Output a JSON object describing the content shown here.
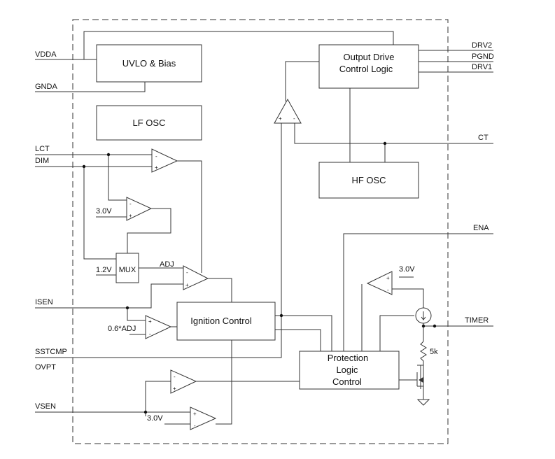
{
  "blocks": {
    "uvlo": "UVLO & Bias",
    "lf_osc": "LF OSC",
    "output_drive_1": "Output Drive",
    "output_drive_2": "Control Logic",
    "hf_osc": "HF OSC",
    "mux": "MUX",
    "ignition": "Ignition Control",
    "protection_1": "Protection",
    "protection_2": "Logic",
    "protection_3": "Control"
  },
  "pins": {
    "vdda": "VDDA",
    "gnda": "GNDA",
    "lct": "LCT",
    "dim": "DIM",
    "isen": "ISEN",
    "sstcmp": "SSTCMP",
    "ovpt": "OVPT",
    "vsen": "VSEN",
    "drv2": "DRV2",
    "pgnd": "PGND",
    "drv1": "DRV1",
    "ct": "CT",
    "ena": "ENA",
    "timer": "TIMER"
  },
  "labels": {
    "v30_a": "3.0V",
    "v12": "1.2V",
    "adj": "ADJ",
    "v06_adj": "0.6*ADJ",
    "v30_b": "3.0V",
    "v30_c": "3.0V",
    "r5k": "5k"
  },
  "signs": {
    "plus": "+",
    "minus": "-"
  }
}
